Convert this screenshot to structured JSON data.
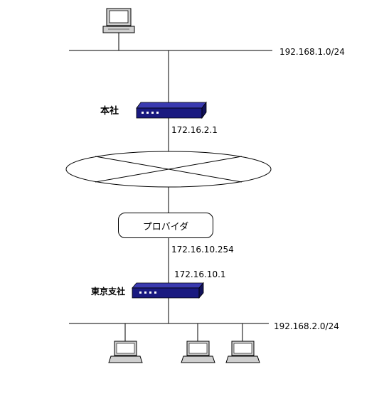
{
  "networks": {
    "hq_lan": "192.168.1.0/24",
    "branch_lan": "192.168.2.0/24"
  },
  "routers": {
    "hq": {
      "label": "本社",
      "wan_ip": "172.16.2.1"
    },
    "branch": {
      "label": "東京支社",
      "wan_ip": "172.16.10.1"
    }
  },
  "provider": {
    "label": "プロバイダ",
    "gateway_ip": "172.16.10.254"
  },
  "colors": {
    "router_body": "#1a1a80",
    "router_top": "#3a3ab0",
    "router_led": "#ffffff",
    "line": "#000000",
    "pc_screen": "#c8c8c8"
  }
}
